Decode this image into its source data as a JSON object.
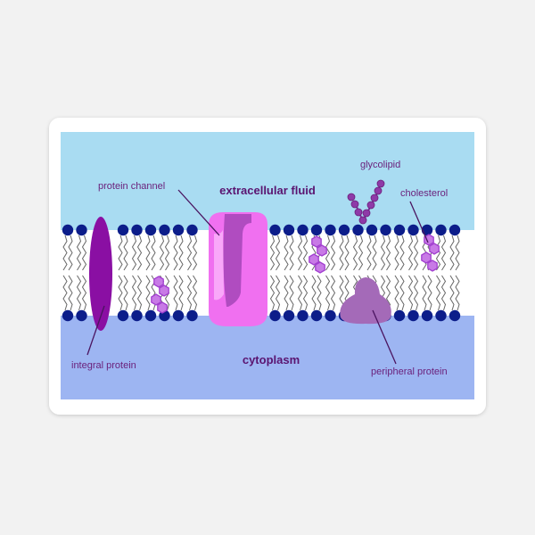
{
  "diagram": {
    "regions": {
      "extracellular": "extracellular fluid",
      "intracellular": "cytoplasm"
    },
    "labels": {
      "protein_channel": "protein channel",
      "glycolipid": "glycolipid",
      "cholesterol": "cholesterol",
      "integral_protein": "integral protein",
      "peripheral_protein": "peripheral protein"
    },
    "colors": {
      "extracellular_bg": "#a9dcf2",
      "cytoplasm_bg": "#9db5f2",
      "membrane_core": "#ffffff",
      "phospholipid_head": "#0c1d8a",
      "tail": "#666666",
      "integral_protein": "#8a0fa3",
      "channel_outer": "#f070f0",
      "channel_inner": "#b04cc0",
      "cholesterol": "#c87ae6",
      "peripheral_protein": "#a46ab8",
      "label_text": "#6a1f7a",
      "leader_line": "#4a1460"
    }
  }
}
